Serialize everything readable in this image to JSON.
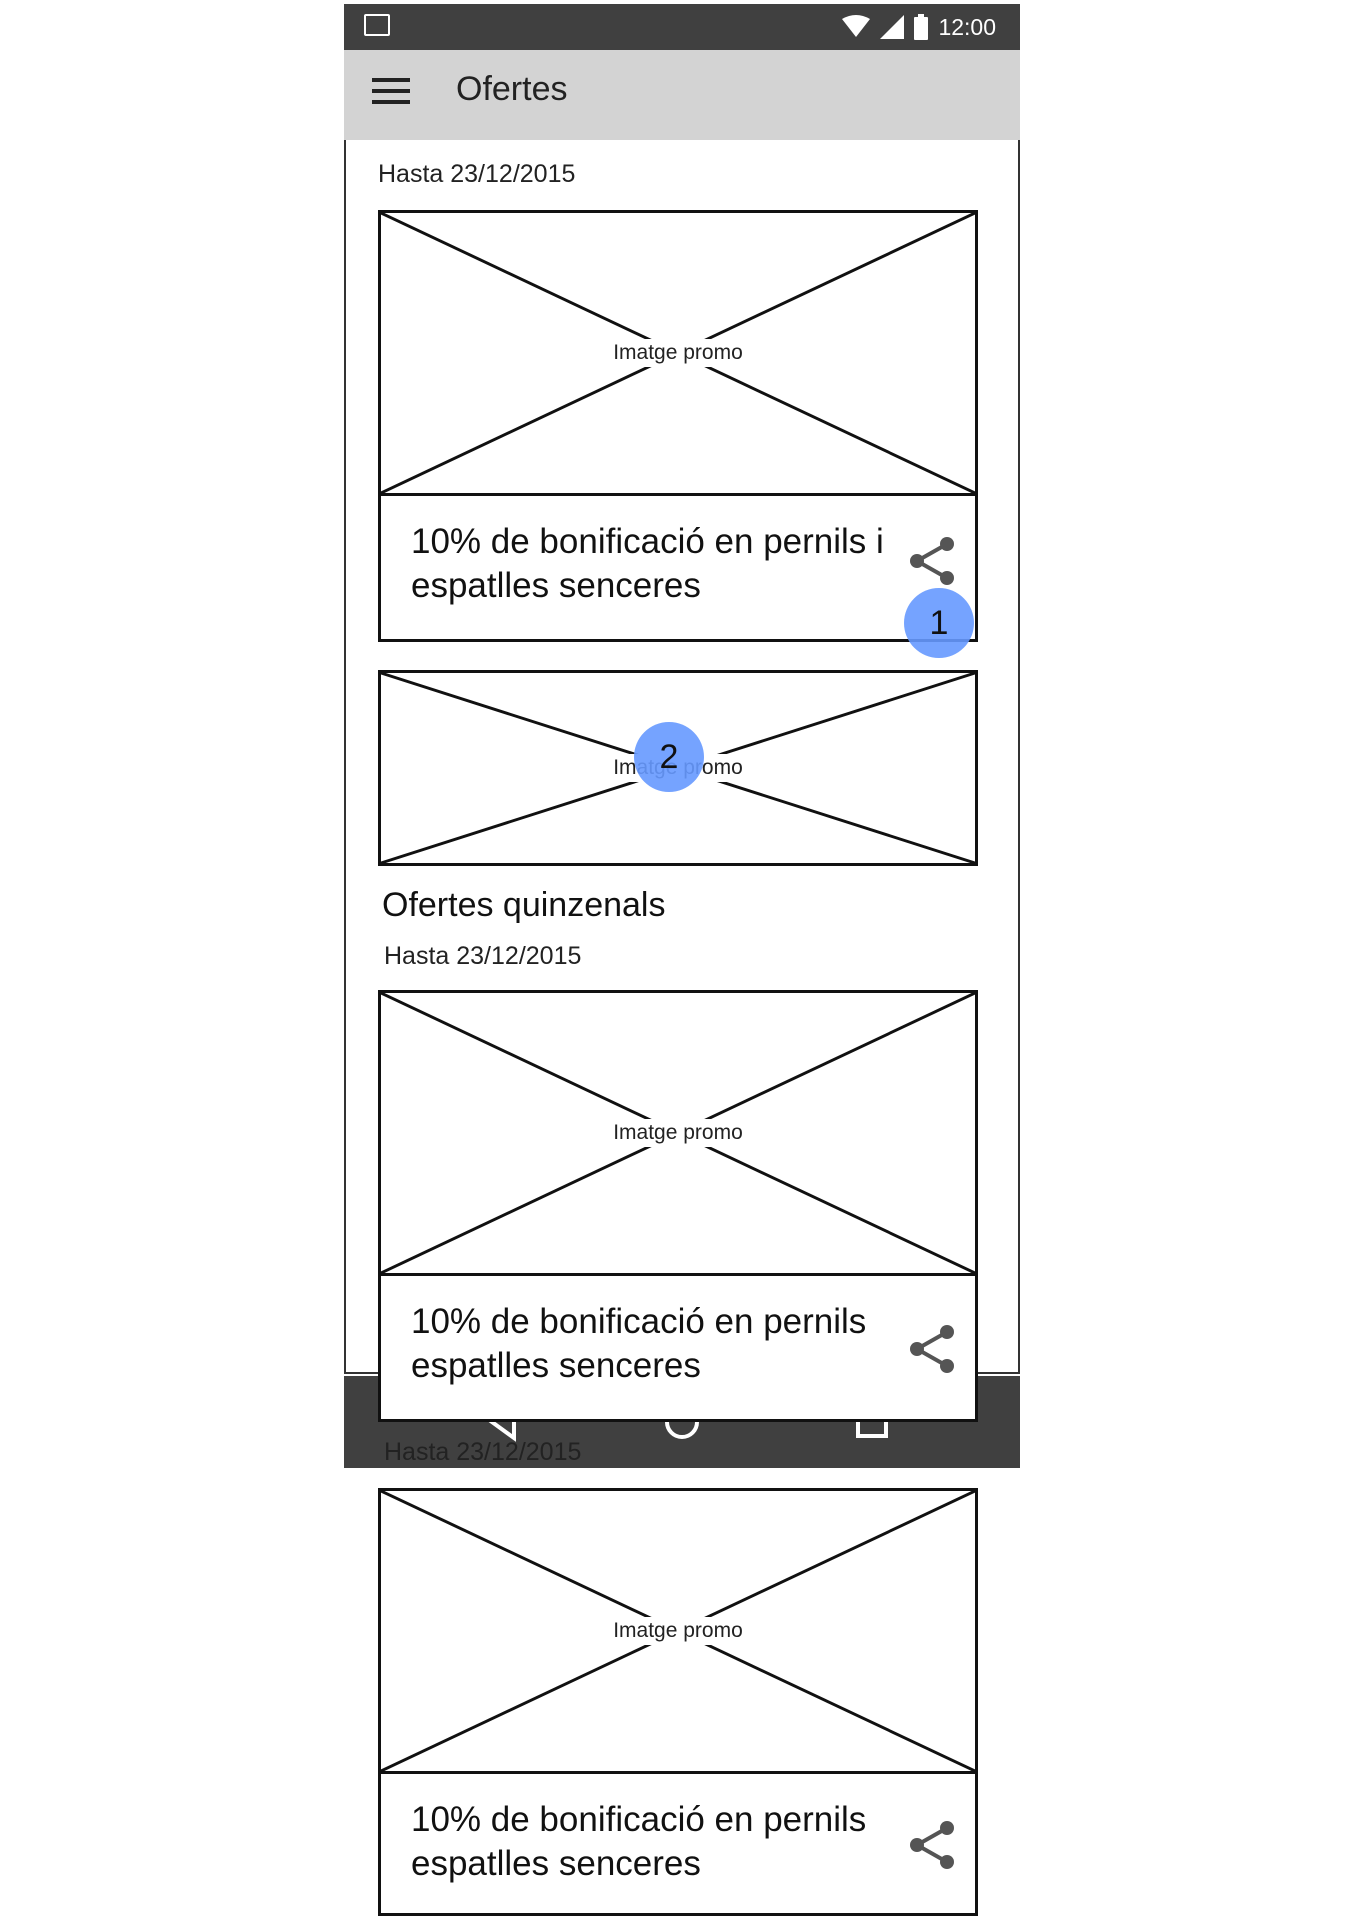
{
  "status_bar": {
    "clock": "12:00",
    "icons": [
      "image-icon",
      "wifi-icon",
      "signal-icon",
      "battery-icon"
    ]
  },
  "app_bar": {
    "menu_icon": "hamburger-menu-icon",
    "title": "Ofertes"
  },
  "offers": {
    "date_top": "Hasta 23/12/2015",
    "card1": {
      "image_label": "Imatge promo",
      "caption_line1": "10% de bonificació en pernils i",
      "caption_line2": "espatlles senceres",
      "share_icon": "share-icon"
    },
    "card2": {
      "image_label": "Imatge promo"
    },
    "section_title": "Ofertes quinzenals",
    "date_section": "Hasta 23/12/2015",
    "card3": {
      "image_label": "Imatge promo",
      "caption_line1": "10% de bonificació en pernils",
      "caption_line2": "espatlles senceres",
      "share_icon": "share-icon"
    },
    "date_overflow": "Hasta 23/12/2015",
    "card4": {
      "image_label": "Imatge promo",
      "caption_line1": "10% de bonificació en pernils",
      "caption_line2": "espatlles senceres",
      "share_icon": "share-icon"
    }
  },
  "nav_bar": {
    "icons": [
      "back-icon",
      "home-icon",
      "recents-icon"
    ]
  },
  "annotations": {
    "marker1": "1",
    "marker2": "2",
    "marker_color": "#6699ff"
  },
  "colors": {
    "status_bar": "#404040",
    "app_bar": "#d3d3d3",
    "nav_bar": "#404040"
  }
}
